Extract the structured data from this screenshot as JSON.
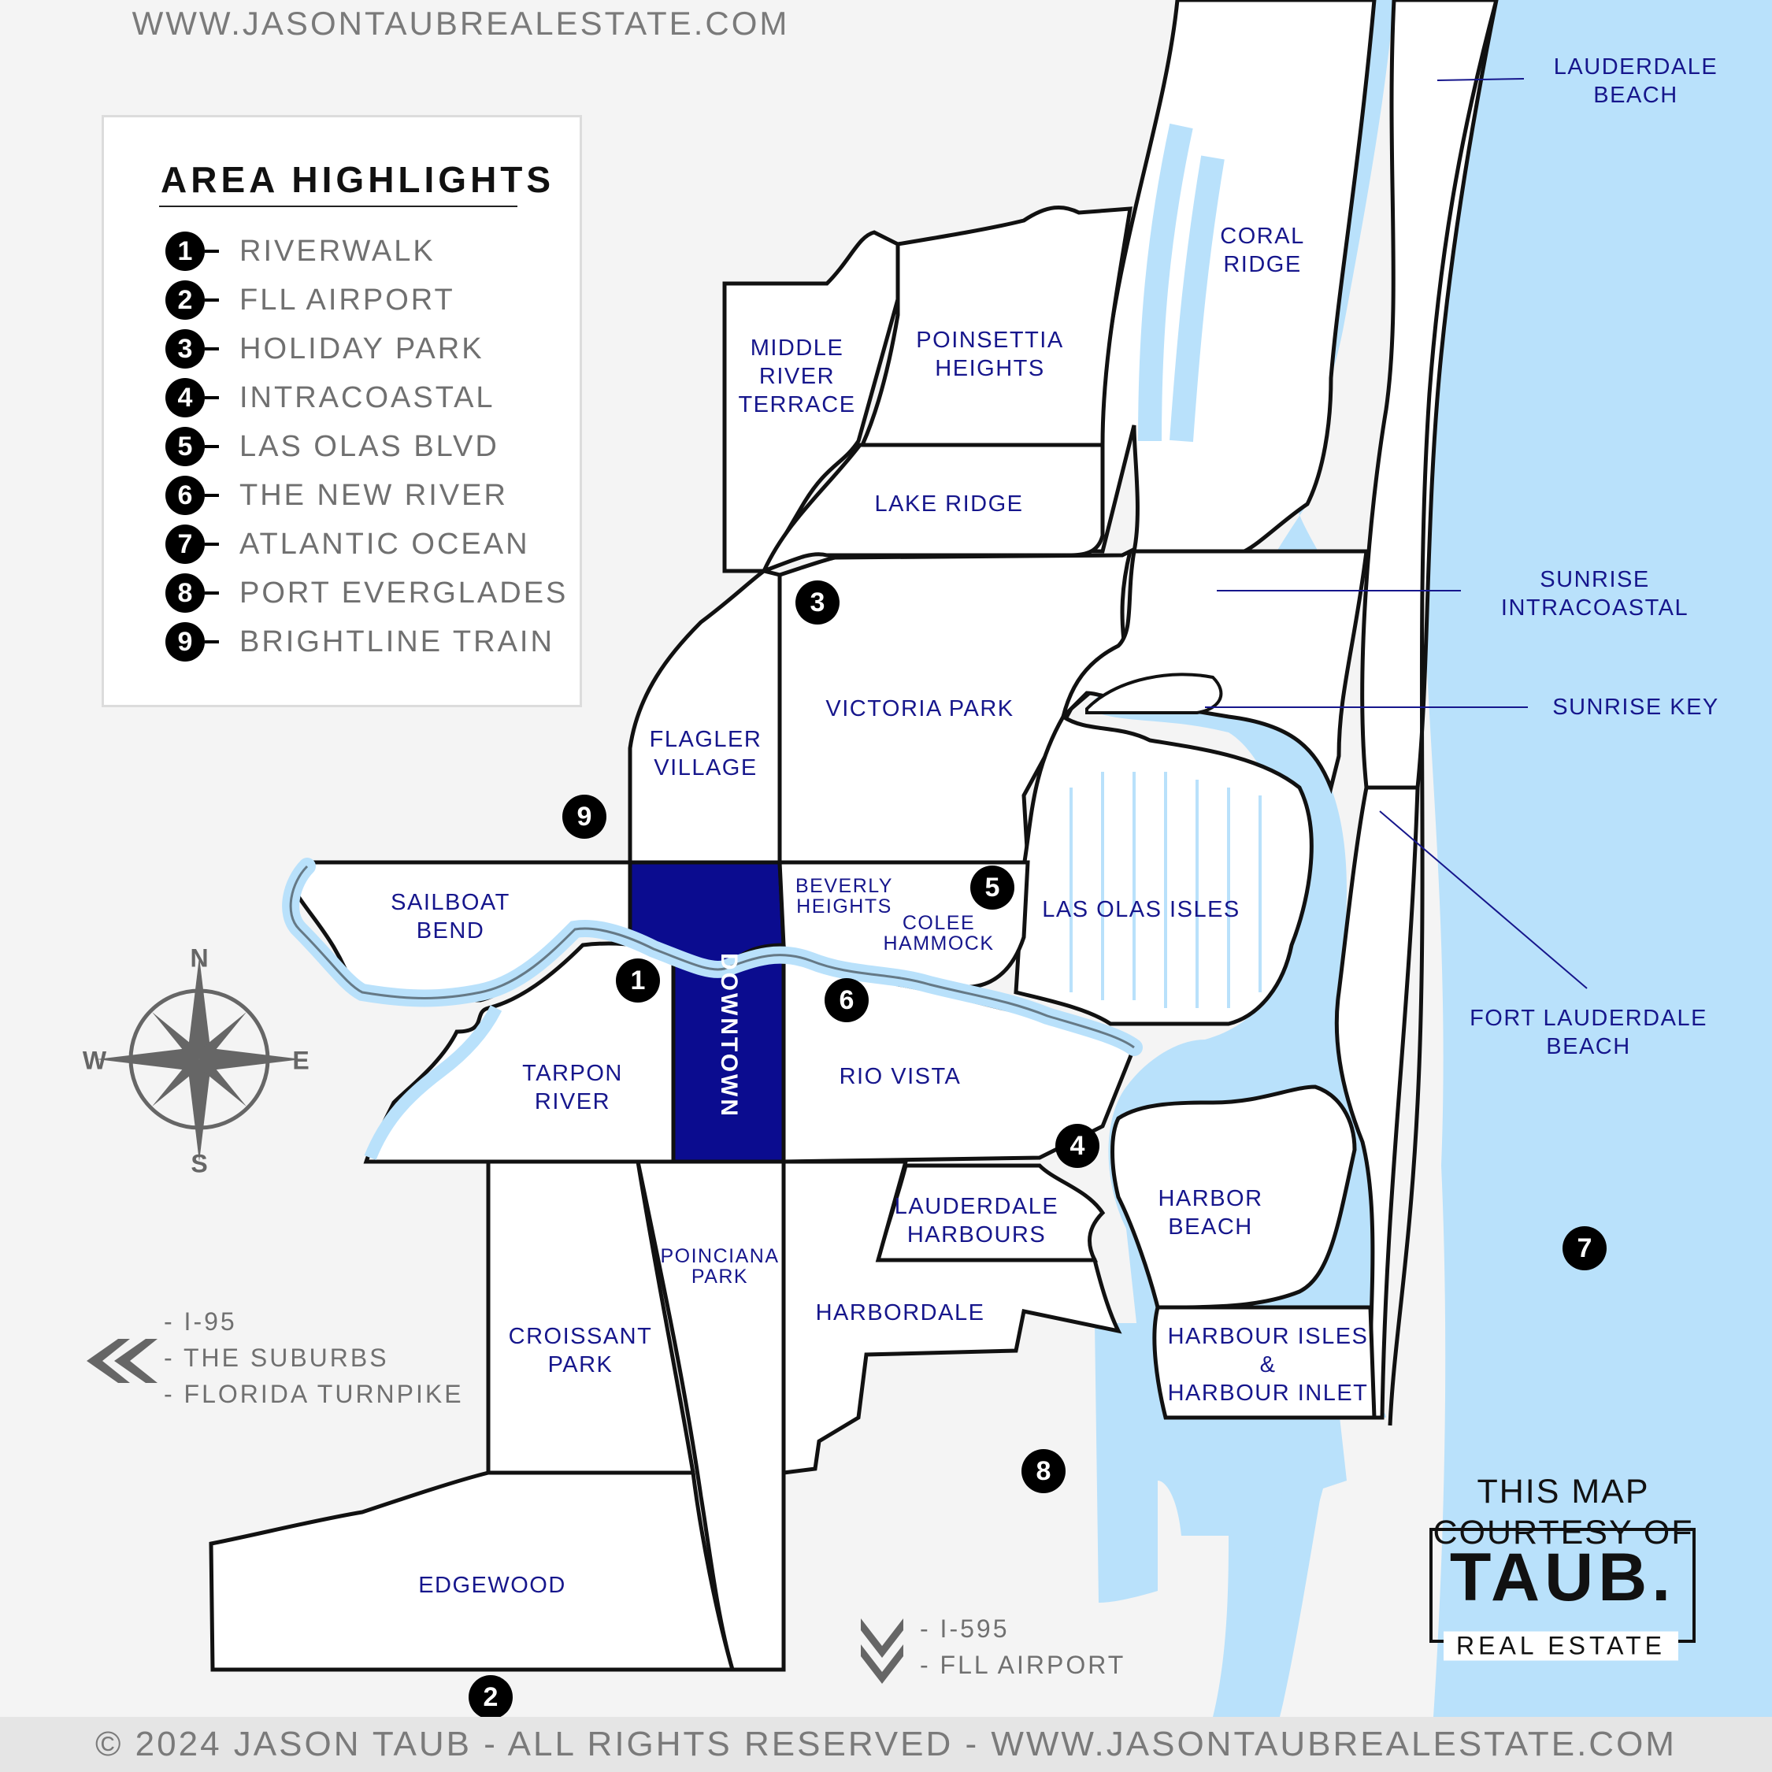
{
  "site_url": "WWW.JASONTAUBREALESTATE.COM",
  "legend": {
    "title": "AREA HIGHLIGHTS",
    "items": [
      {
        "num": "1",
        "label": "RIVERWALK"
      },
      {
        "num": "2",
        "label": "FLL AIRPORT"
      },
      {
        "num": "3",
        "label": "HOLIDAY PARK"
      },
      {
        "num": "4",
        "label": "INTRACOASTAL"
      },
      {
        "num": "5",
        "label": "LAS OLAS BLVD"
      },
      {
        "num": "6",
        "label": "THE NEW RIVER"
      },
      {
        "num": "7",
        "label": "ATLANTIC OCEAN"
      },
      {
        "num": "8",
        "label": "PORT EVERGLADES"
      },
      {
        "num": "9",
        "label": "BRIGHTLINE TRAIN"
      }
    ]
  },
  "areas": {
    "middle_river_terrace": "MIDDLE\nRIVER\nTERRACE",
    "poinsettia_heights": "POINSETTIA\nHEIGHTS",
    "lake_ridge": "LAKE RIDGE",
    "coral_ridge": "CORAL\nRIDGE",
    "lauderdale_beach": "LAUDERDALE\nBEACH",
    "sunrise_intracoastal": "SUNRISE\nINTRACOASTAL",
    "sunrise_key": "SUNRISE KEY",
    "victoria_park": "VICTORIA PARK",
    "flagler_village": "FLAGLER\nVILLAGE",
    "beverly_heights": "BEVERLY\nHEIGHTS",
    "colee_hammock": "COLEE\nHAMMOCK",
    "las_olas_isles": "LAS OLAS ISLES",
    "fort_lauderdale_beach": "FORT LAUDERDALE\nBEACH",
    "sailboat_bend": "SAILBOAT\nBEND",
    "tarpon_river": "TARPON\nRIVER",
    "downtown": "DOWNTOWN",
    "rio_vista": "RIO VISTA",
    "lauderdale_harbours": "LAUDERDALE\nHARBOURS",
    "harbor_beach": "HARBOR\nBEACH",
    "poinciana_park": "POINCIANA\nPARK",
    "harbordale": "HARBORDALE",
    "croissant_park": "CROISSANT\nPARK",
    "harbour_isles": "HARBOUR ISLES\n&\nHARBOUR INLET",
    "edgewood": "EDGEWOOD"
  },
  "markers": [
    "1",
    "2",
    "3",
    "4",
    "5",
    "6",
    "7",
    "8",
    "9"
  ],
  "compass": {
    "n": "N",
    "s": "S",
    "e": "E",
    "w": "W"
  },
  "west_directions": {
    "arrow": "«",
    "lines": [
      "- I-95",
      "- THE SUBURBS",
      "- FLORIDA TURNPIKE"
    ]
  },
  "south_directions": {
    "lines": [
      "- I-595",
      "- FLL AIRPORT"
    ]
  },
  "courtesy": "THIS MAP\nCOURTESY OF",
  "brand": {
    "logo": "TAUB.",
    "sub": "REAL ESTATE"
  },
  "footer": "© 2024 JASON TAUB - ALL RIGHTS RESERVED - WWW.JASONTAUBREALESTATE.COM",
  "colors": {
    "water": "#b9e1fb",
    "highlight": "#0b0c8f",
    "label": "#16168c",
    "land": "#ffffff",
    "background": "#f4f4f4"
  }
}
